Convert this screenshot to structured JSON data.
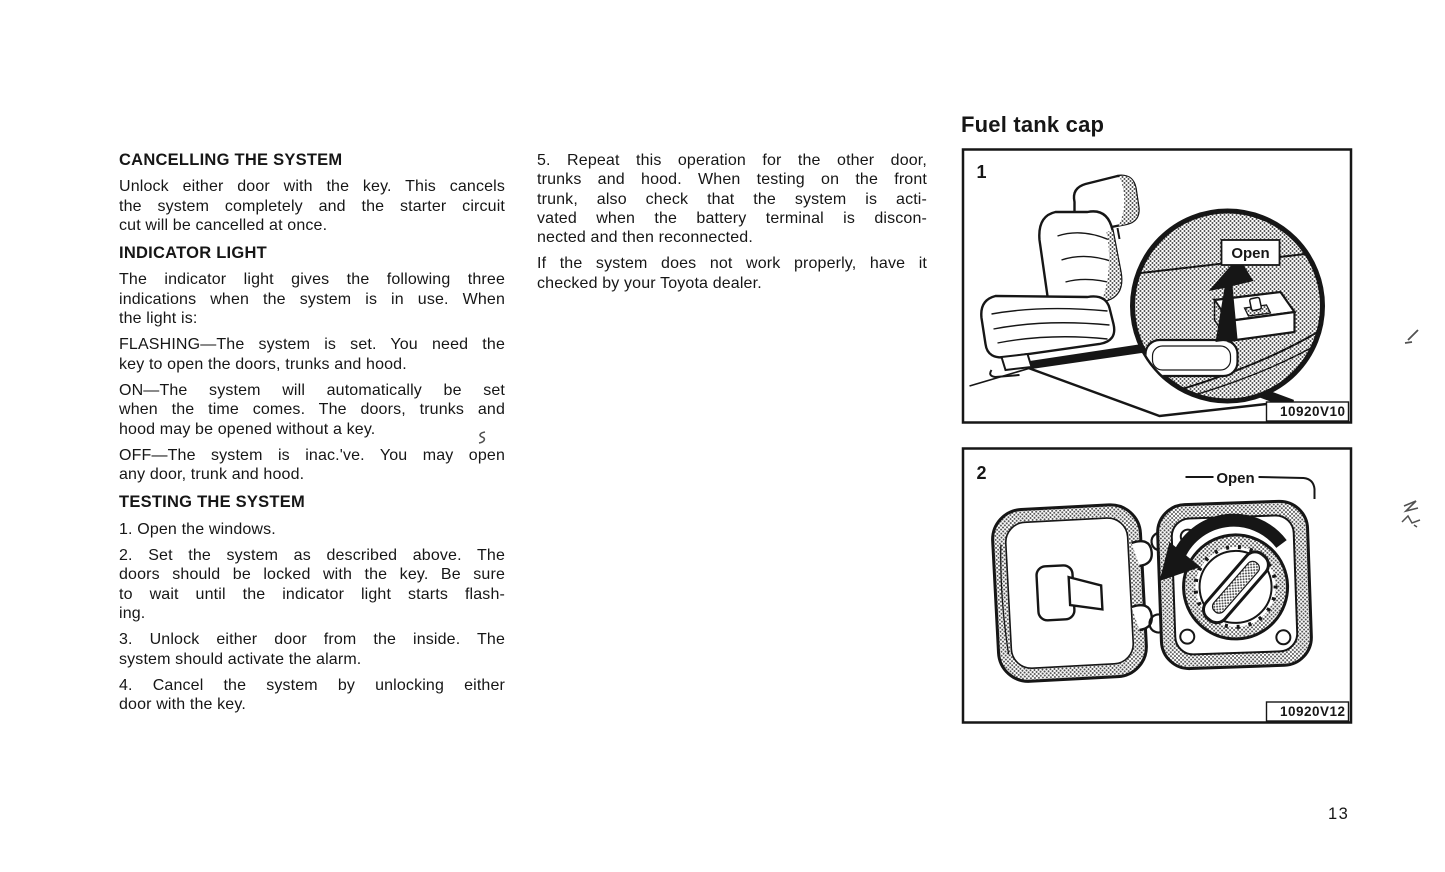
{
  "page": {
    "number": "13"
  },
  "colors": {
    "ink": "#161616",
    "paper": "#ffffff"
  },
  "left": {
    "s0": {
      "h": "CANCELLING THE SYSTEM",
      "p0": [
        "Unlock either door with the key. This cancels",
        "the system completely and the starter circuit",
        "cut will be cancelled at once."
      ]
    },
    "s1": {
      "h": "INDICATOR LIGHT",
      "p0": [
        "The indicator light gives the following three",
        "indications when the system is in use. When",
        "the light is:"
      ],
      "p1": [
        "FLASHING—The system is set. You need the",
        "key to open the doors, trunks and hood."
      ],
      "p2": [
        "ON—The system will automatically be set",
        "when the time comes. The doors, trunks and",
        "hood may be opened without a key."
      ],
      "p3": [
        "OFF—The system is inac.'ve. You may open",
        "any door, trunk and hood."
      ]
    },
    "s2": {
      "h": "TESTING THE SYSTEM",
      "p0": [
        "1. Open the windows."
      ],
      "p1": [
        "2. Set the system as described above. The",
        "doors should be locked with the key. Be sure",
        "to wait until the indicator light starts flash-",
        "ing."
      ],
      "p2": [
        "3. Unlock either door from the inside. The",
        "system should activate the alarm."
      ],
      "p3": [
        "4. Cancel the system by unlocking either",
        "door with the key."
      ]
    }
  },
  "middle": {
    "p0": [
      "5. Repeat this operation for the other door,",
      "trunks and hood. When testing on the front",
      "trunk, also check that the system is acti-",
      "vated when the battery terminal is discon-",
      "nected and then reconnected."
    ],
    "p1": [
      "If the system does not work properly, have it",
      "checked by your Toyota dealer."
    ]
  },
  "right": {
    "heading": "Fuel tank cap",
    "fig1": {
      "label": "1",
      "callout": "Open",
      "code": "10920V10"
    },
    "fig2": {
      "label": "2",
      "callout": "Open",
      "code": "10920V12"
    }
  }
}
